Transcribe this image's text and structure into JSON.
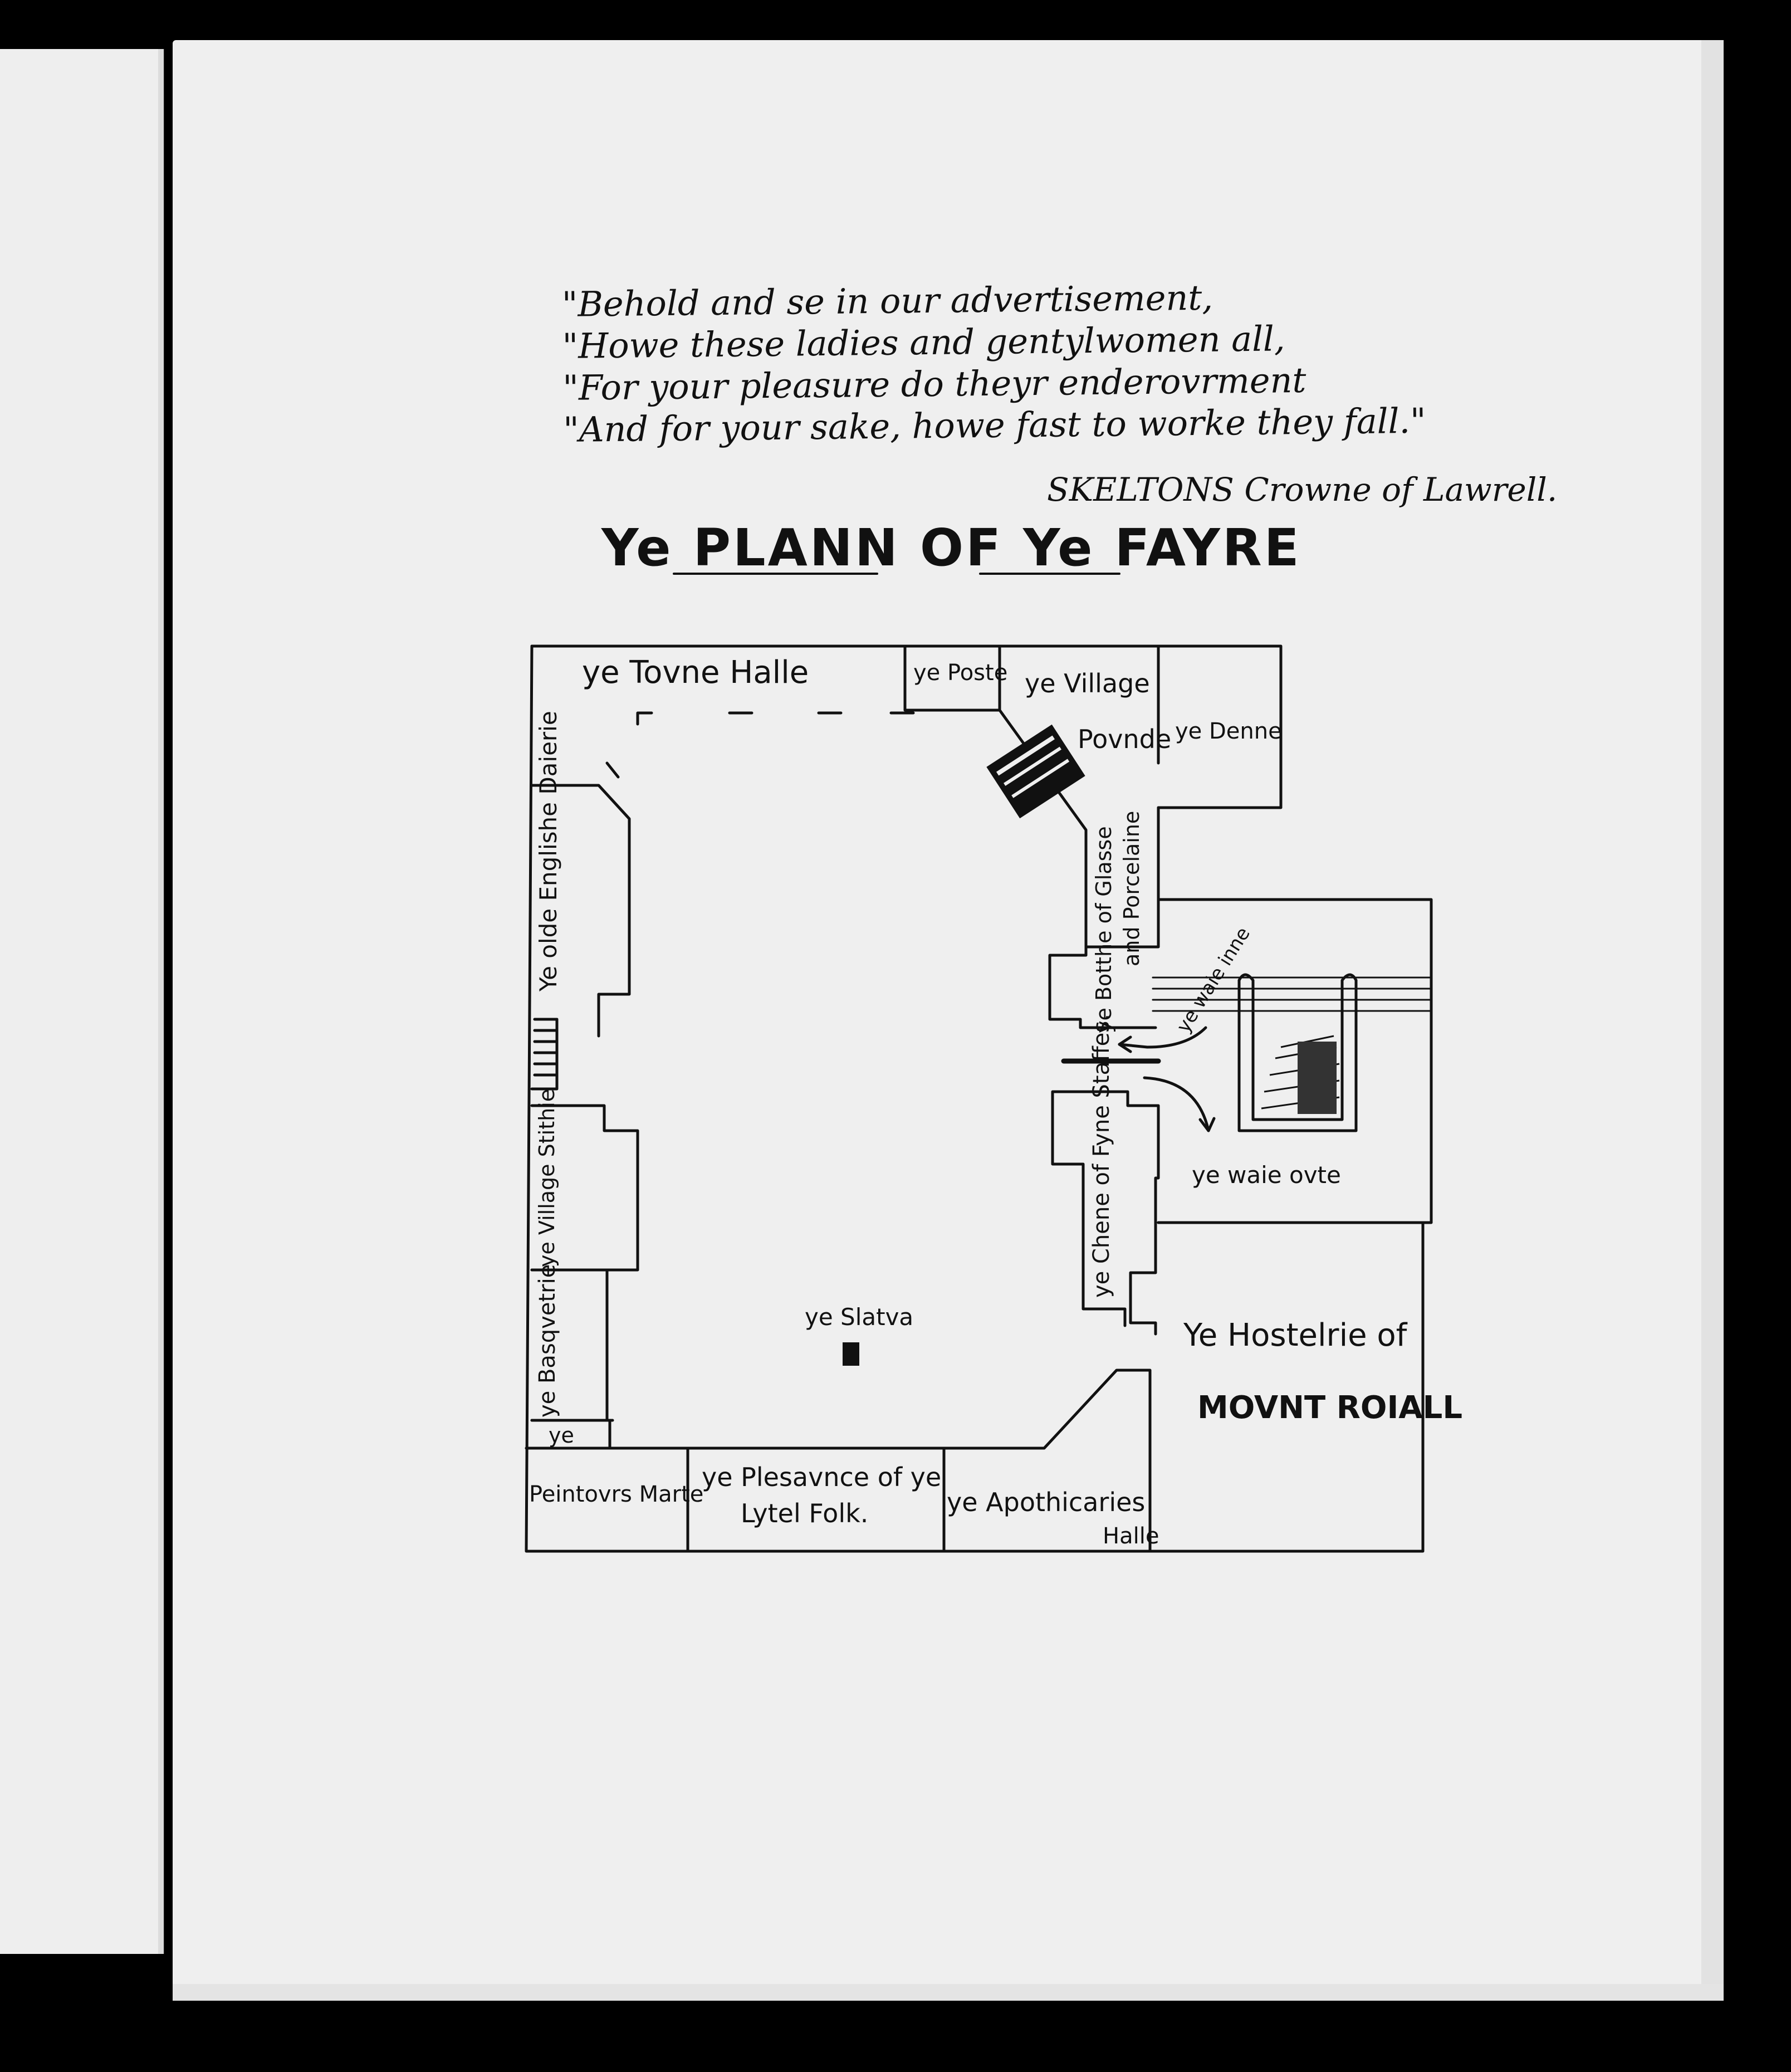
{
  "poem": {
    "lines": [
      "\"Behold and se in our advertisement,",
      "\"Howe these ladies and gentylwomen all,",
      "\"For your pleasure do theyr enderovrment",
      "\"And for your sake, howe fast to worke they fall.\""
    ],
    "attribution": "SKELTONS Crowne of Lawrell."
  },
  "plan_title": "Ye PLANN OF Ye FAYRE",
  "map_labels": {
    "towne_halle": "ye Tovne Halle",
    "poste": "ye Poste",
    "village_povnde_1": "ye Village",
    "village_povnde_2": "Povnde",
    "denne": "ye Denne",
    "daierie": "Ye olde Englishe Daierie",
    "glasse_1": "ye Botthe of Glasse",
    "glasse_2": "and Porcelaine",
    "waie_inne": "ye waie inne",
    "waie_ovte": "ye waie ovte",
    "fyne_staffes": "ye Chene of Fyne Staffes.",
    "smithie": "ye Village Stithie",
    "basqvetrie": "ye Basqvetrie",
    "slatva": "ye Slatva",
    "hostelrie_1": "Ye Hostelrie of",
    "hostelrie_2": "MOVNT ROIALL",
    "peintovrs_ye": "ye",
    "peintovrs": "Peintovrs Marte",
    "plesavnce_1": "ye Plesavnce of ye",
    "plesavnce_2": "Lytel Folk.",
    "apothicaries_1": "ye Apothicaries",
    "apothicaries_2": "Halle"
  }
}
